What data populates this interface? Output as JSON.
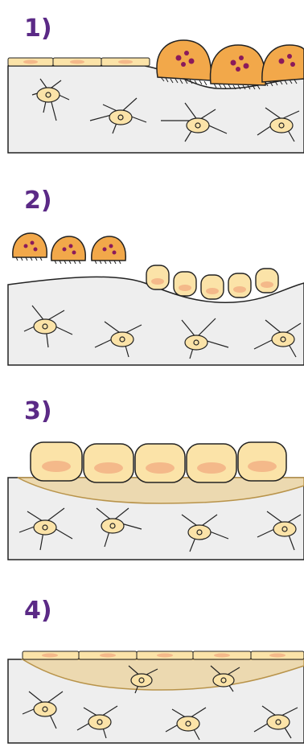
{
  "panels": [
    {
      "label": "1)"
    },
    {
      "label": "2)"
    },
    {
      "label": "3)"
    },
    {
      "label": "4)"
    }
  ],
  "colors": {
    "label": "#5b2a86",
    "osteoclast_fill": "#f2a84a",
    "osteoclast_nuclei": "#8b1a5b",
    "osteoblast_fill": "#fbe3a8",
    "osteoblast_nucleus": "#f4b98a",
    "new_bone": "#ecd9b0",
    "bone_matrix": "#eeeeee",
    "outline": "#222222"
  }
}
